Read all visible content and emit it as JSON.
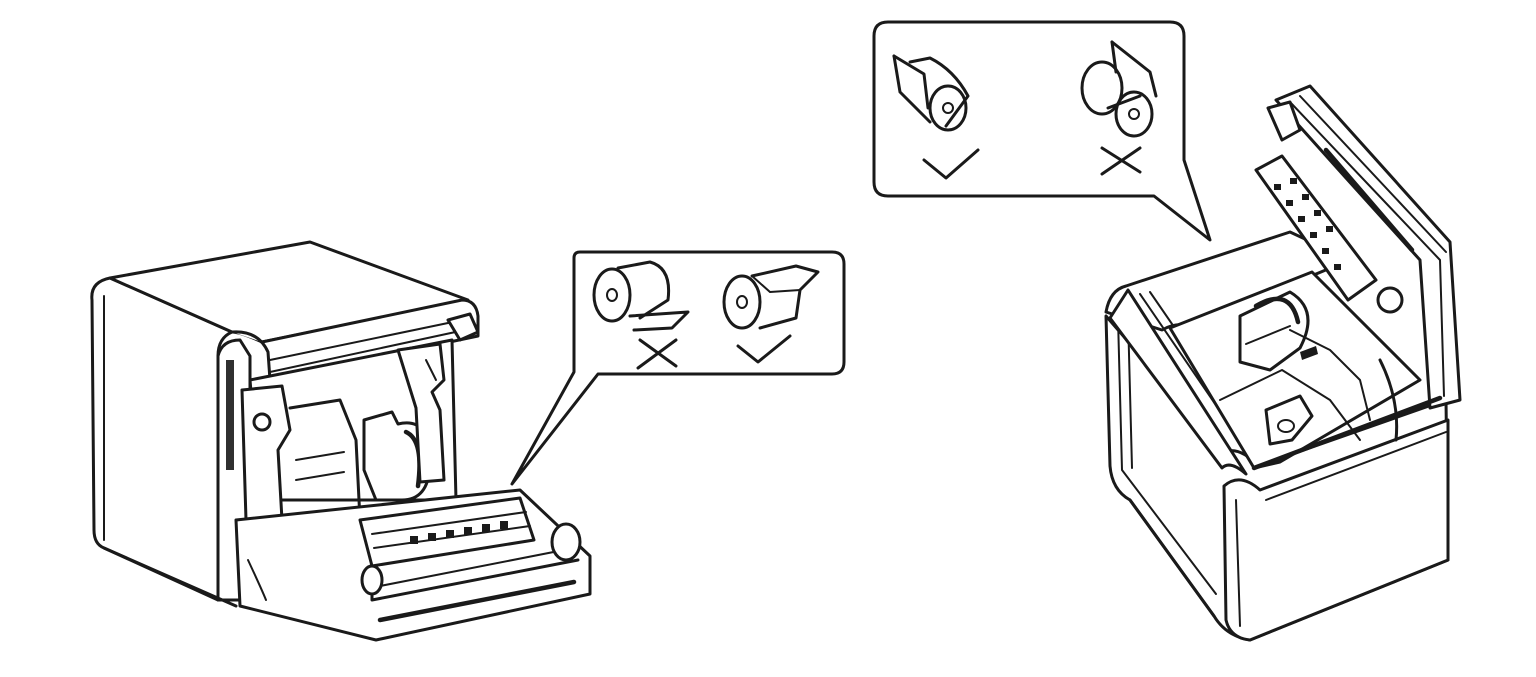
{
  "diagram": {
    "type": "instructional-line-art",
    "subject": "thermal receipt printer paper roll loading",
    "stroke_color": "#1a1a1a",
    "background_color": "#ffffff",
    "figures": [
      {
        "id": "left",
        "label": "Printer with front cover opened (front-exit view)",
        "callout": {
          "options": [
            {
              "label": "Paper roll feeding from underneath",
              "mark": "✕",
              "status": "incorrect"
            },
            {
              "label": "Paper roll feeding from top",
              "mark": "✓",
              "status": "correct"
            }
          ]
        }
      },
      {
        "id": "right",
        "label": "Printer with top cover opened (top-exit view)",
        "callout": {
          "options": [
            {
              "label": "Paper roll feeding from top toward front",
              "mark": "✓",
              "status": "correct"
            },
            {
              "label": "Paper roll feeding from back",
              "mark": "✕",
              "status": "incorrect"
            }
          ]
        }
      }
    ]
  }
}
